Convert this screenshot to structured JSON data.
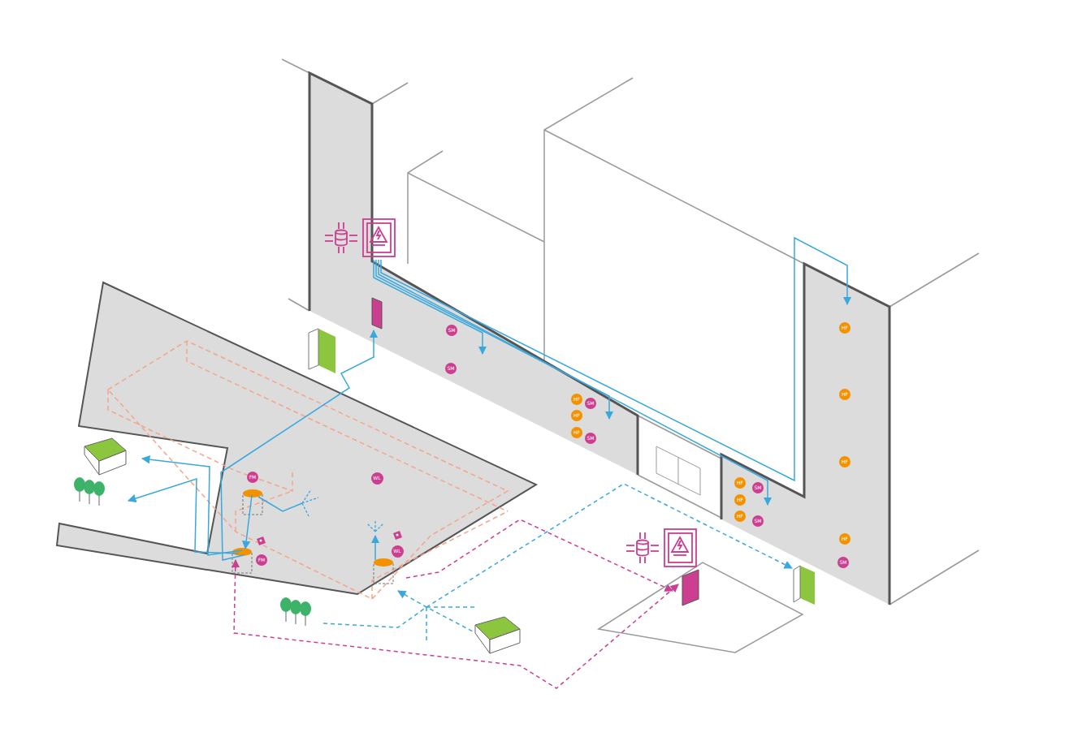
{
  "diagram": {
    "nodes": [
      {
        "text": [
          "HF"
        ]
      },
      {
        "text": [
          "SM"
        ]
      },
      {
        "text": [
          "SM"
        ]
      },
      {
        "text": [
          "HF"
        ]
      },
      {
        "text": [
          "HF"
        ]
      },
      {
        "text": [
          "SM"
        ]
      },
      {
        "text": [
          "HF"
        ]
      },
      {
        "text": [
          "HF"
        ]
      },
      {
        "text": [
          "SM"
        ]
      },
      {
        "text": [
          "HF"
        ]
      },
      {
        "text": [
          "FM"
        ]
      },
      {
        "text": [
          "WL"
        ]
      },
      {
        "text": [
          "HF"
        ]
      },
      {
        "text": [
          "SM"
        ]
      },
      {
        "text": [
          "HF"
        ]
      },
      {
        "text": [
          "HF"
        ]
      },
      {
        "text": [
          "SM"
        ]
      },
      {
        "text": [
          "HF"
        ]
      },
      {
        "text": [
          "WL"
        ]
      },
      {
        "text": [
          "FM"
        ]
      },
      {
        "text": [
          "SM"
        ]
      }
    ]
  }
}
